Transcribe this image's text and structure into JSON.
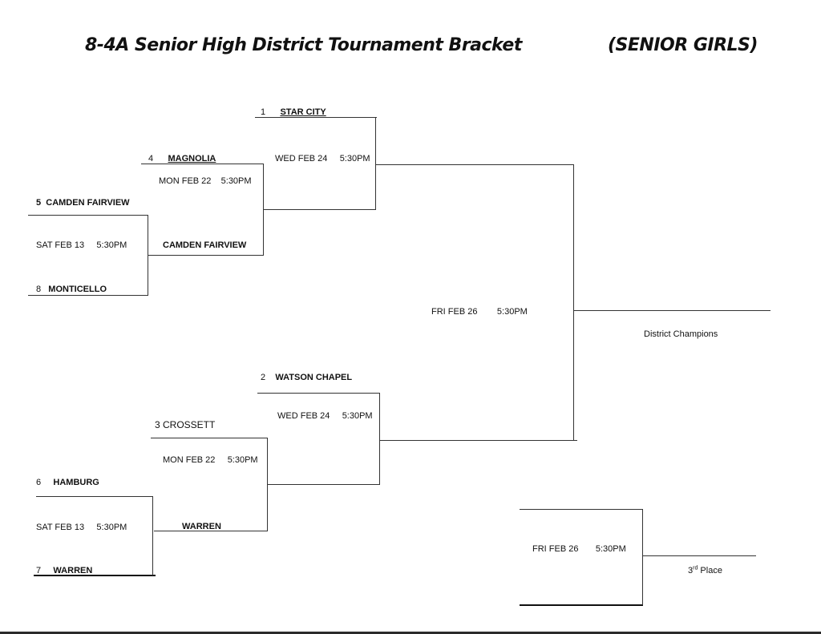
{
  "header": {
    "title": "8-4A Senior High District Tournament Bracket",
    "division": "(SENIOR GIRLS)"
  },
  "round1": {
    "upper": {
      "top_seed": "5",
      "top_team": "CAMDEN FAIRVIEW",
      "date": "SAT FEB 13",
      "time": "5:30PM",
      "bottom_seed": "8",
      "bottom_team": "MONTICELLO"
    },
    "lower": {
      "top_seed": "6",
      "top_team": "HAMBURG",
      "date": "SAT FEB 13",
      "time": "5:30PM",
      "bottom_seed": "7",
      "bottom_team": "WARREN"
    }
  },
  "round2": {
    "upper": {
      "top_seed": "4",
      "top_team": "MAGNOLIA",
      "date": "MON FEB 22",
      "time": "5:30PM",
      "advancing_team": "CAMDEN FAIRVIEW"
    },
    "lower": {
      "top_label": "3 CROSSETT",
      "date": "MON FEB 22",
      "time": "5:30PM",
      "advancing_team": "WARREN"
    }
  },
  "semifinals": {
    "upper": {
      "top_seed": "1",
      "top_team": "STAR CITY",
      "date": "WED FEB 24",
      "time": "5:30PM"
    },
    "lower": {
      "top_seed": "2",
      "top_team": "WATSON CHAPEL",
      "date": "WED FEB 24",
      "time": "5:30PM"
    }
  },
  "final": {
    "date": "FRI FEB 26",
    "time": "5:30PM",
    "result_label": "District Champions"
  },
  "third_place": {
    "date": "FRI FEB 26",
    "time": "5:30PM",
    "result_label_prefix": "3",
    "result_label_sup": "rd",
    "result_label_suffix": " Place"
  }
}
